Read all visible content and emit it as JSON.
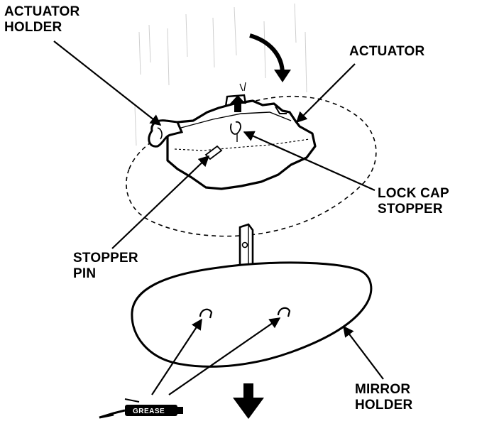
{
  "labels": {
    "actuator_holder": [
      "ACTUATOR",
      "HOLDER"
    ],
    "actuator": "ACTUATOR",
    "lock_cap_stopper": [
      "LOCK CAP",
      "STOPPER"
    ],
    "stopper_pin": [
      "STOPPER",
      "PIN"
    ],
    "mirror_holder": [
      "MIRROR",
      "HOLDER"
    ],
    "grease": "GREASE"
  },
  "colors": {
    "ink": "#000000",
    "paper": "#ffffff"
  }
}
